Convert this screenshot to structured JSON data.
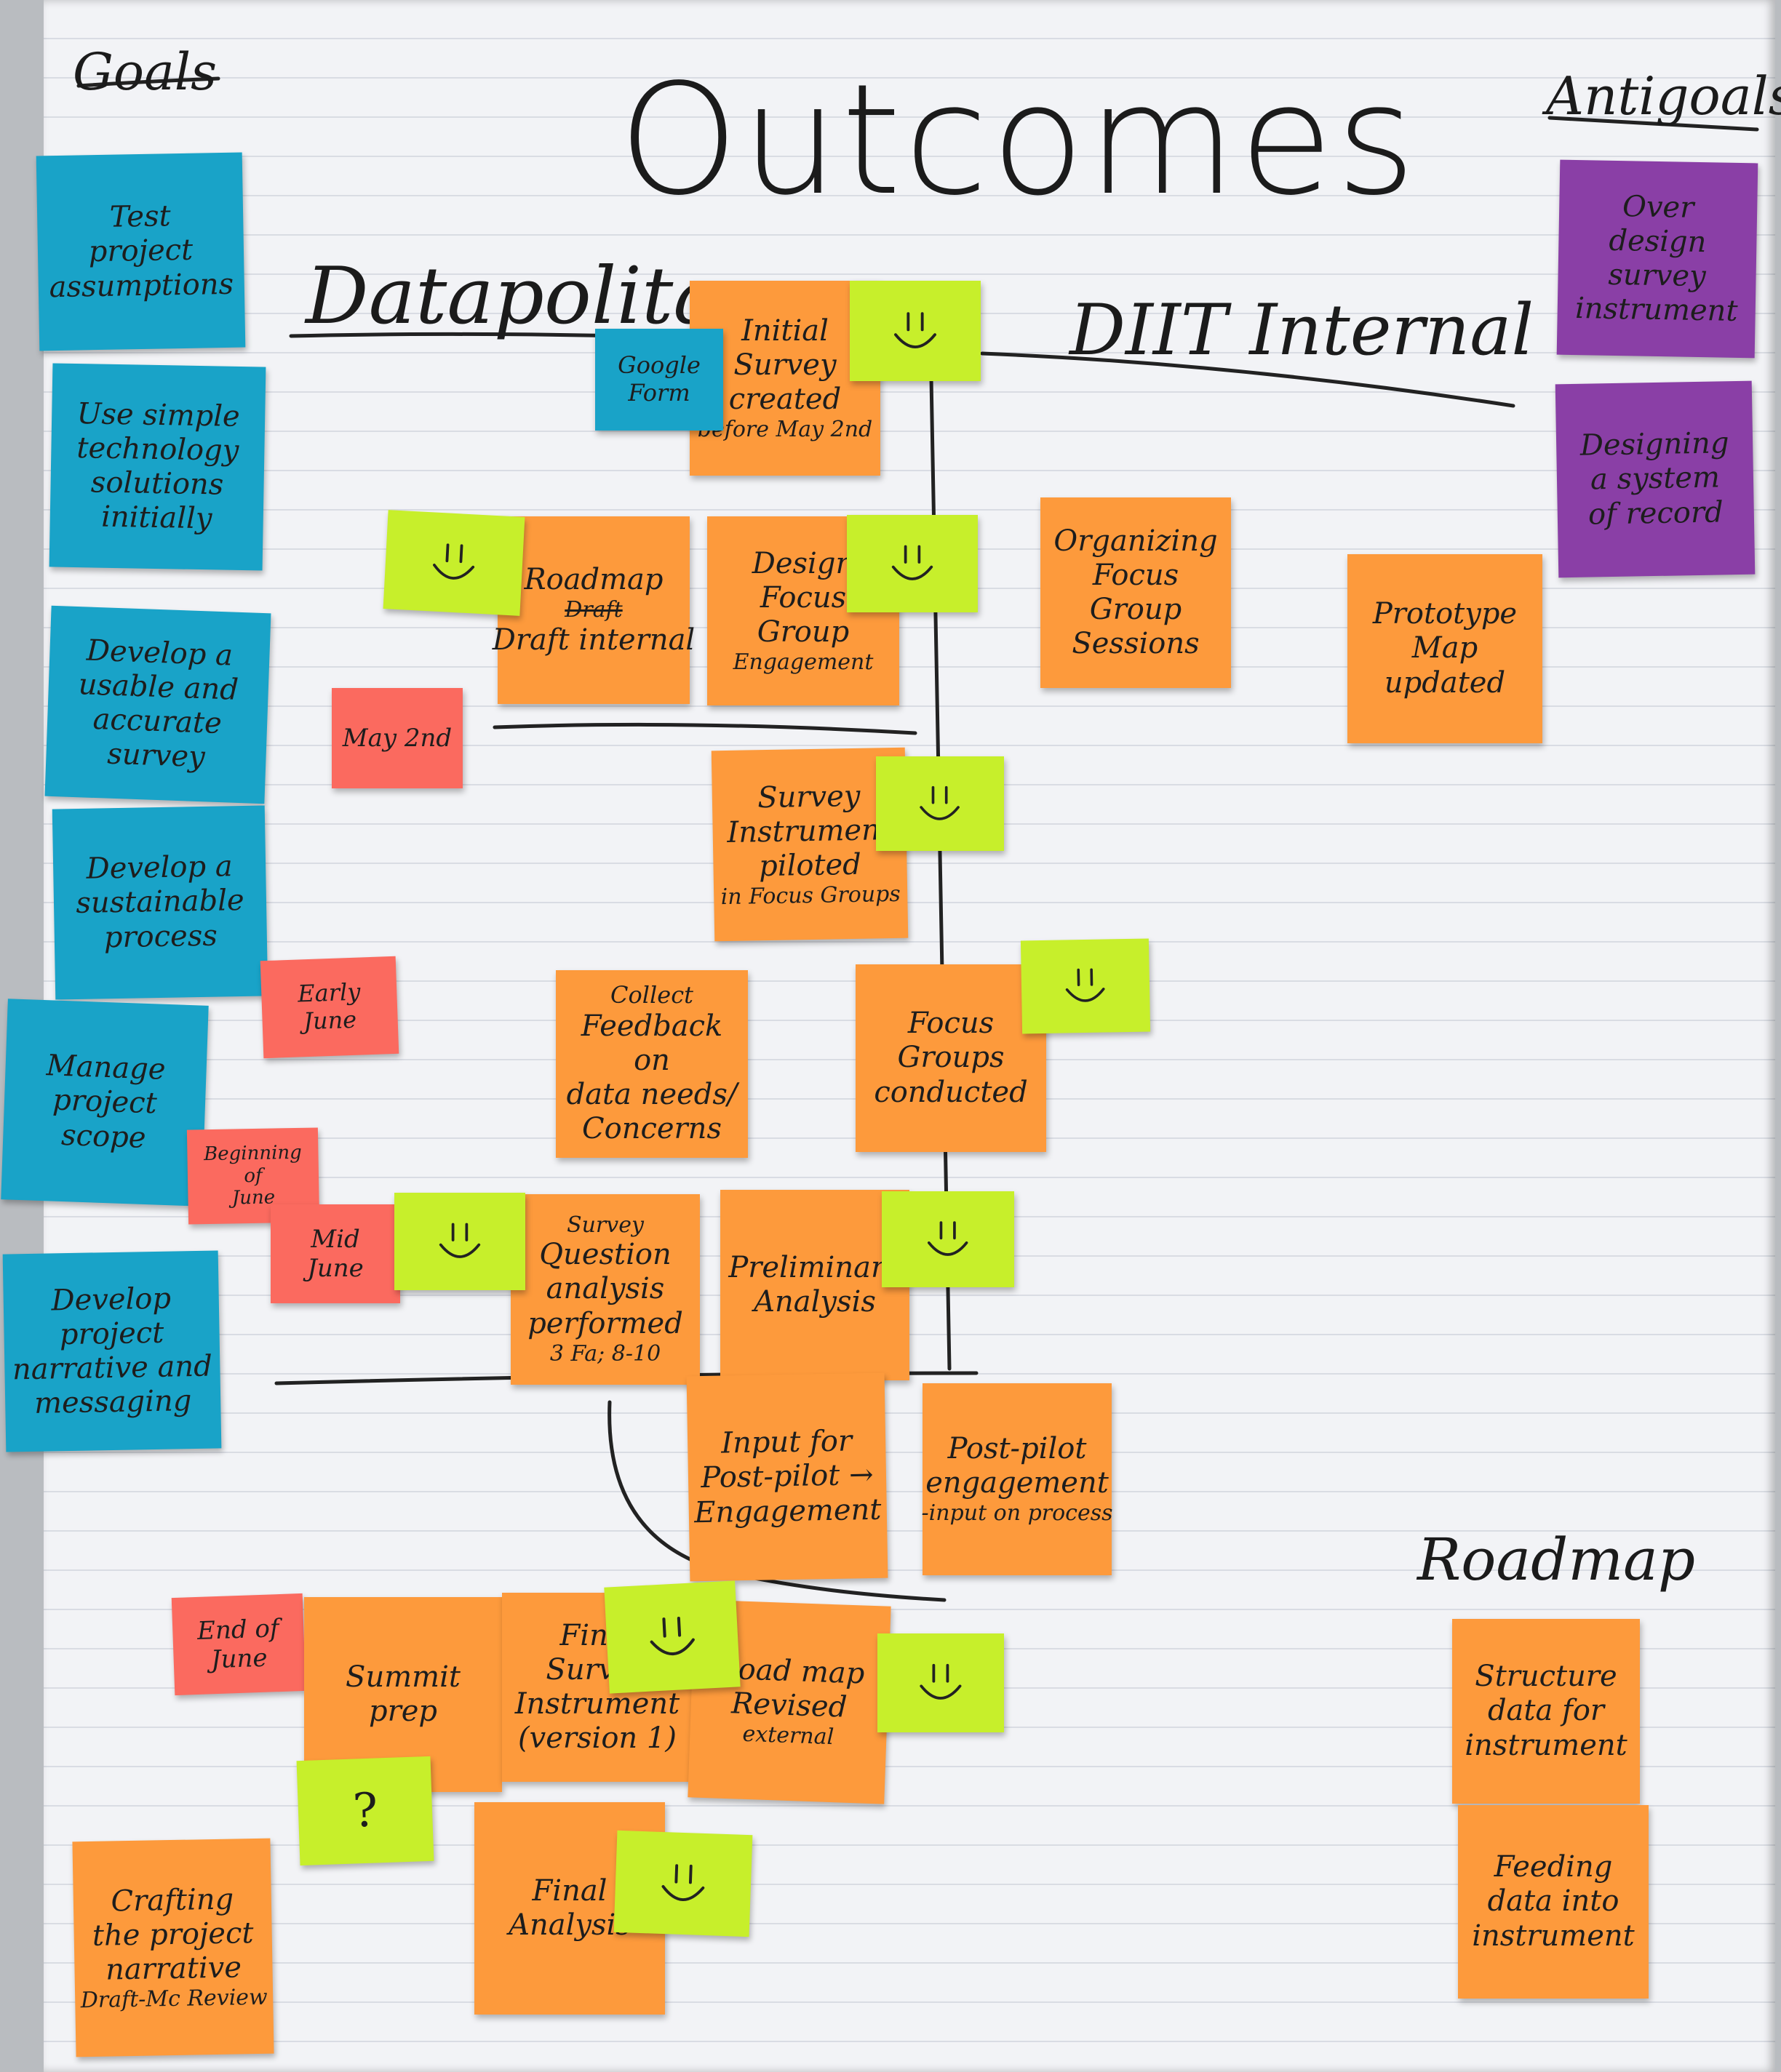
{
  "headings": {
    "goals": "Goals",
    "title": "Outcomes",
    "antigoals": "Antigoals",
    "left_track": "Datapolitan",
    "right_track": "DIIT Internal",
    "roadmap": "Roadmap"
  },
  "goals": [
    [
      "Test",
      "project",
      "assumptions"
    ],
    [
      "Use simple",
      "technology",
      "solutions",
      "initially"
    ],
    [
      "Develop a",
      "usable and",
      "accurate",
      "survey"
    ],
    [
      "Develop a",
      "sustainable",
      "process"
    ],
    [
      "Manage",
      "project",
      "scope"
    ],
    [
      "Develop",
      "project",
      "narrative and",
      "messaging"
    ]
  ],
  "antigoals": [
    [
      "Over",
      "design",
      "survey",
      "instrument"
    ],
    [
      "Designing",
      "a system",
      "of record"
    ]
  ],
  "milestones": {
    "may2": [
      "May 2nd"
    ],
    "early_june": [
      "Early",
      "June"
    ],
    "beginning_june": [
      "Beginning",
      "of",
      "June"
    ],
    "mid_june": [
      "Mid",
      "June"
    ],
    "end_june": [
      "End of",
      "June"
    ]
  },
  "outcomes": {
    "initial_survey": [
      "Initial",
      "Survey",
      "created",
      "before May 2nd"
    ],
    "google_form": [
      "Google",
      "Form"
    ],
    "roadmap_draft": [
      "Roadmap",
      "Draft",
      "Draft internal"
    ],
    "design_focus": [
      "Design",
      "Focus",
      "Group",
      "Engagement"
    ],
    "organizing_focus": [
      "Organizing",
      "Focus",
      "Group",
      "Sessions"
    ],
    "prototype_map": [
      "Prototype",
      "Map",
      "updated"
    ],
    "survey_piloted": [
      "Survey",
      "Instrument",
      "piloted",
      "in Focus Groups"
    ],
    "collect_feedback": [
      "Collect",
      "Feedback",
      "on",
      "data needs/",
      "Concerns"
    ],
    "focus_conducted": [
      "Focus",
      "Groups",
      "conducted"
    ],
    "survey_question": [
      "Survey",
      "Question",
      "analysis",
      "performed",
      "3 Fa; 8-10"
    ],
    "preliminary": [
      "Preliminary",
      "Analysis"
    ],
    "input_post_pilot": [
      "Input for",
      "Post-pilot →",
      "Engagement"
    ],
    "post_pilot": [
      "Post-pilot",
      "engagement",
      "-input on process"
    ],
    "summit_prep": [
      "Summit",
      "prep"
    ],
    "final_survey": [
      "Final",
      "Survey",
      "Instrument",
      "(version 1)"
    ],
    "roadmap_revised": [
      "Road map",
      "Revised",
      "external"
    ],
    "final_analysis": [
      "Final",
      "Analysis"
    ],
    "crafting": [
      "Crafting",
      "the project",
      "narrative",
      "Draft-Mc Review"
    ],
    "structure_data": [
      "Structure",
      "data for",
      "instrument"
    ],
    "feeding_data": [
      "Feeding",
      "data into",
      "instrument"
    ]
  },
  "question_mark": "?"
}
